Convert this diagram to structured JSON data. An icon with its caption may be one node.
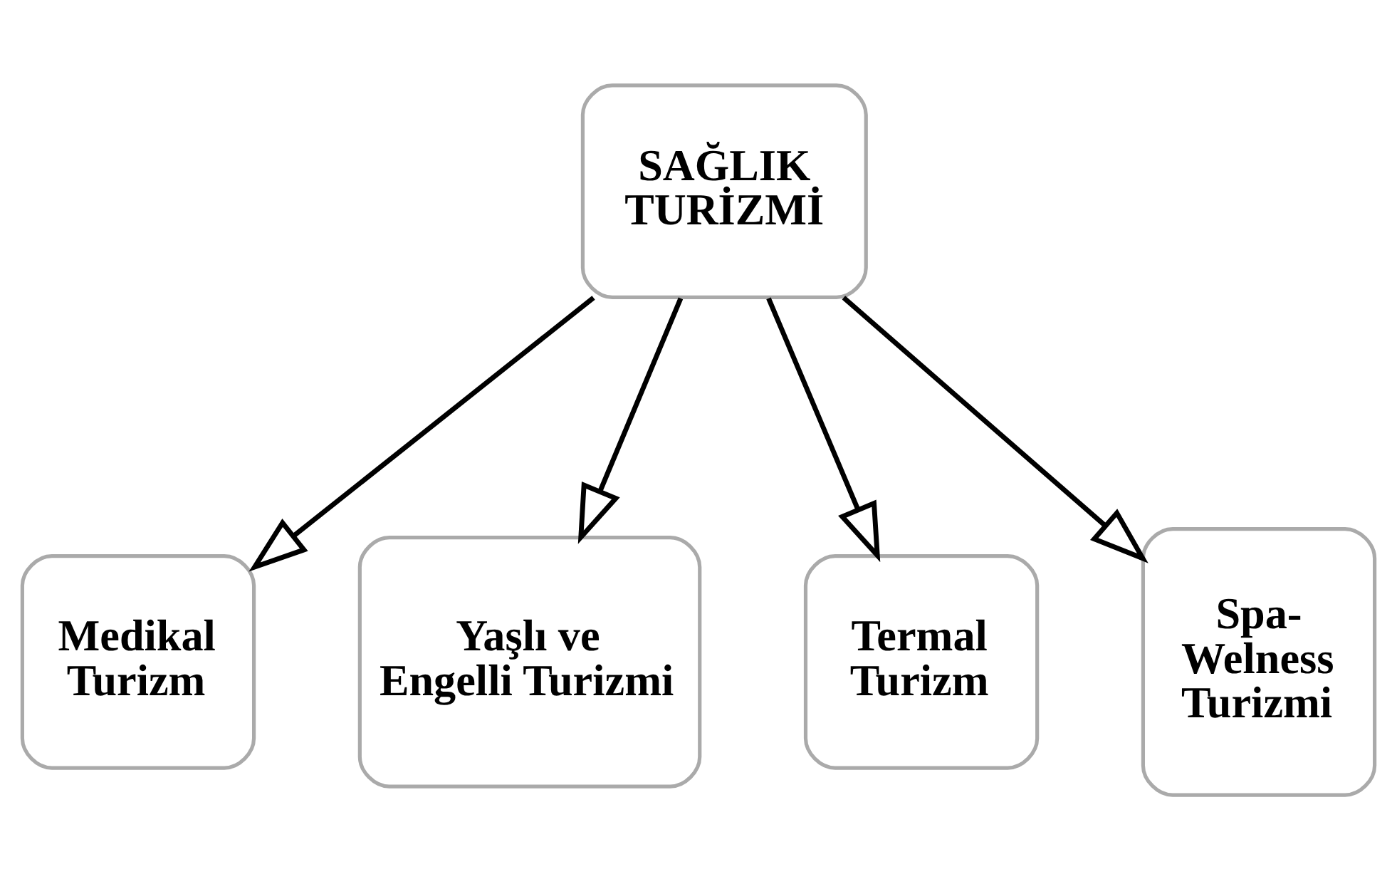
{
  "diagram": {
    "nodes": [
      {
        "text": [
          "SAĞLIK TURİZMİ"
        ]
      },
      {
        "text": [
          "Medikal Turizm"
        ]
      },
      {
        "text": [
          "Yaşlı ve Engelli Turizmi"
        ]
      },
      {
        "text": [
          "Termal Turizm"
        ]
      },
      {
        "text": [
          "Spa- Welness Turizmi"
        ]
      }
    ],
    "edges": [
      {
        "from": 0,
        "to": 1,
        "arrow": "to"
      },
      {
        "from": 0,
        "to": 2,
        "arrow": "to"
      },
      {
        "from": 0,
        "to": 3,
        "arrow": "to"
      },
      {
        "from": 0,
        "to": 4,
        "arrow": "to"
      }
    ]
  }
}
